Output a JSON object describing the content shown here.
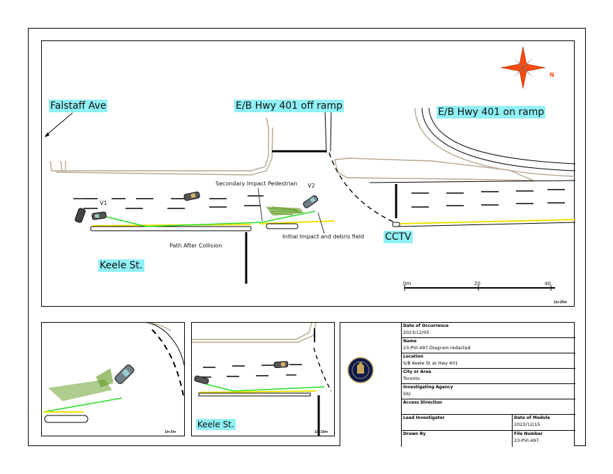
{
  "main_labels": {
    "falstaff": "Falstaff Ave",
    "offramp": "E/B Hwy 401 off ramp",
    "onramp": "E/B Hwy 401 on ramp",
    "keele": "Keele St.",
    "cctv": "CCTV"
  },
  "annotations": {
    "secondary_impact": "Secondary Impact Pedestrian",
    "v1": "V1",
    "v2": "V2",
    "path_after": "Path After Collision",
    "initial_impact": "Initial Impact and debris field",
    "north": "N"
  },
  "scale_bar": {
    "start": "0m",
    "mid": "20",
    "end": "40",
    "ratio": "1in:20m"
  },
  "inset_left": {
    "ratio": "1in:5m"
  },
  "inset_right": {
    "label": "Keele St.",
    "ratio": "1in:10m"
  },
  "title_block": {
    "date_label": "Date of Occurrence",
    "date_value": "2023/12/05",
    "name_label": "Name",
    "name_value": "23-PVI-497 Diagram redacted",
    "location_label": "Location",
    "location_value": "S/B Keele St at Hwy 401",
    "city_label": "City or Area",
    "city_value": "Toronto",
    "agency_label": "Investigating Agency",
    "agency_value": "SIU",
    "access_label": "Access Direction",
    "lead_label": "Lead Investigator",
    "drawn_label": "Drawn By",
    "module_date_label": "Date of Module",
    "module_date_value": "2023/12/15",
    "file_label": "File Number",
    "file_value": "23-PVI-497"
  },
  "colors": {
    "label_highlight": "#8ff0f5",
    "curb": "#b7a48e",
    "edge_line": "#f0e000",
    "path_line": "#22dd22",
    "debris": "#5e9a1e",
    "compass": "#ff4a10"
  }
}
